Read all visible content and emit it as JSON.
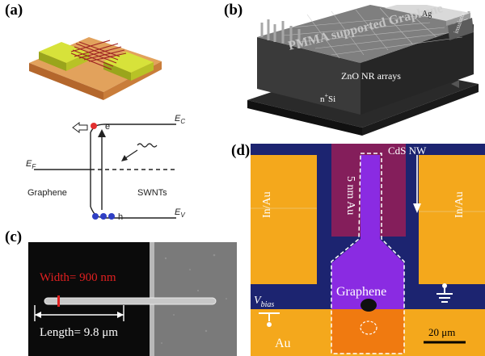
{
  "panels": {
    "a": {
      "label": "(a)",
      "band": {
        "ef": "E",
        "ef_sub": "F",
        "ec": "E",
        "ec_sub": "C",
        "ev": "E",
        "ev_sub": "V",
        "electron": "e",
        "hole": "h",
        "left_material": "Graphene",
        "right_material": "SWNTs"
      }
    },
    "b": {
      "label": "(b)",
      "electrode_top": "Ag",
      "insulator": "insulator",
      "graphene_text": "PMMA supported Graphene",
      "nr_label": "ZnO NR arrays",
      "substrate": "n",
      "substrate_sup": "+",
      "substrate_tail": "Si"
    },
    "c": {
      "label": "(c)",
      "width_text": "Width= 900 nm",
      "length_text": "Length= 9.8 μm"
    },
    "d": {
      "label": "(d)",
      "nanowire": "CdS NW",
      "gold_left": "In/Au",
      "gold_right": "In/Au",
      "thin_au": "5 nm Au",
      "graphene": "Graphene",
      "vbias": "V",
      "vbias_sub": "bias",
      "bottom_au": "Au",
      "scale": "20 μm"
    }
  },
  "colors": {
    "gold": "#f4a81c",
    "navy": "#1c2470",
    "purple": "#8a2be2",
    "bottom_orange": "#f07a10",
    "red_text": "#e02020",
    "dark_bg": "#0a0a0a"
  }
}
